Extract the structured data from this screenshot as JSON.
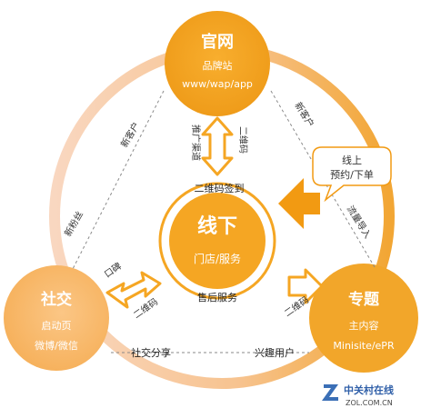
{
  "colors": {
    "accent": "#F5A623",
    "accent_dark": "#E8900C",
    "ring_light": "#F8CBA8",
    "arrow_fill": "#FFFFFF",
    "text": "#333333"
  },
  "nodes": {
    "top": {
      "title": "官网",
      "line1": "品牌站",
      "line2": "www/wap/app"
    },
    "center": {
      "title": "线下",
      "line1": "门店/服务"
    },
    "left": {
      "title": "社交",
      "line1": "启动页",
      "line2": "微博/微信"
    },
    "right": {
      "title": "专题",
      "line1": "主内容",
      "line2": "Minisite/ePR"
    }
  },
  "labels": {
    "new_customer_left": "新客户",
    "new_fans": "新粉丝",
    "new_customer_right": "新客户",
    "traffic_import": "流量导入",
    "promotion_channel": "推广渠道",
    "qr_code_top": "二维码",
    "qr_checkin": "二维码签到",
    "word_of_mouth": "口碑",
    "qr_code_left": "二维码",
    "after_sales": "售后服务",
    "qr_code_right": "二维码",
    "social_share": "社交分享",
    "interest_users": "兴趣用户"
  },
  "callout": {
    "line1": "线上",
    "line2": "预约/下单"
  },
  "watermark": {
    "brand": "中关村在线",
    "url": "ZOL.COM.CN"
  }
}
